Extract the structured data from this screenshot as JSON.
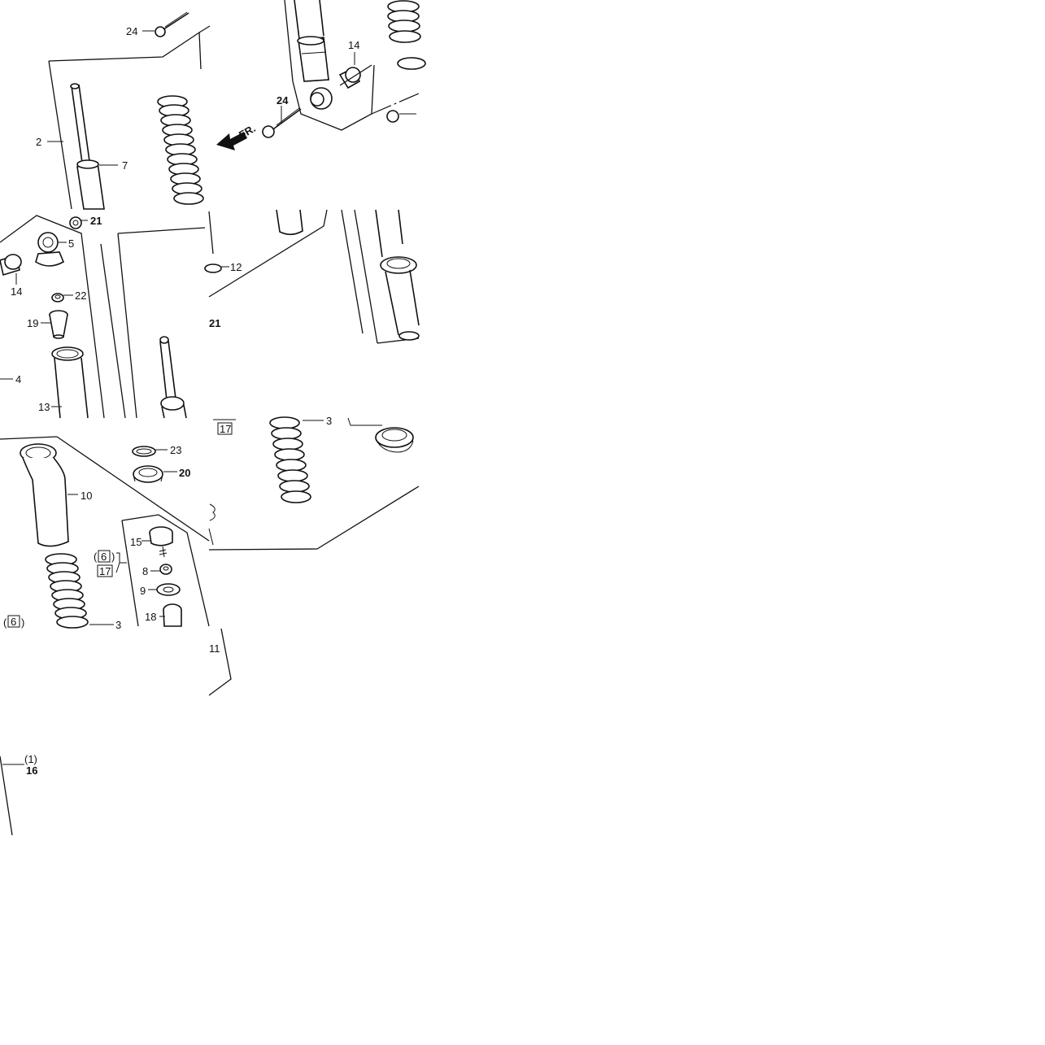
{
  "callouts": {
    "c24a": "24",
    "c2": "2",
    "c7": "7",
    "c14a": "14",
    "c24b": "24",
    "cfr": "FR.",
    "c21a": "21",
    "c5": "5",
    "c14b": "14",
    "c22": "22",
    "c19": "19",
    "c4": "4",
    "c13": "13",
    "c12": "12",
    "c21b": "21",
    "c3a": "3",
    "c17a": "17",
    "c23": "23",
    "c20": "20",
    "c10": "10",
    "c15": "15",
    "c6a": "6",
    "c17b": "17",
    "c8": "8",
    "c9": "9",
    "c18": "18",
    "c6b": "6",
    "c3b": "3",
    "c11": "11",
    "c1": "(1)",
    "c16": "16"
  }
}
